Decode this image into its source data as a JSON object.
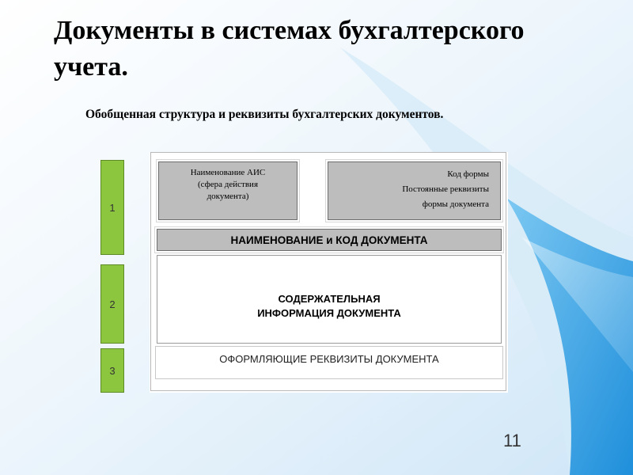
{
  "slide": {
    "title_line1": "Документы в системах бухгалтерского",
    "title_line2": "учета.",
    "subtitle": "Обобщенная структура и реквизиты бухгалтерских документов.",
    "page_number": "11"
  },
  "diagram": {
    "sections": [
      {
        "number": "1"
      },
      {
        "number": "2"
      },
      {
        "number": "3"
      }
    ],
    "ais_box": {
      "line1": "Наименование АИС",
      "line2": "(сфера действия",
      "line3": "документа)"
    },
    "code_box": {
      "line1": "Код формы",
      "line2": "Постоянные реквизиты",
      "line3": "формы документа"
    },
    "name_code_label": "НАИМЕНОВАНИЕ и КОД ДОКУМЕНТА",
    "content_line1": "СОДЕРЖАТЕЛЬНАЯ",
    "content_line2": "ИНФОРМАЦИЯ ДОКУМЕНТА",
    "requisites_label": "ОФОРМЛЯЮЩИЕ РЕКВИЗИТЫ ДОКУМЕНТА"
  },
  "colors": {
    "section_green": "#8cc63f",
    "gray_box": "#bdbdbd",
    "background_blue": "#3fa7e6"
  }
}
